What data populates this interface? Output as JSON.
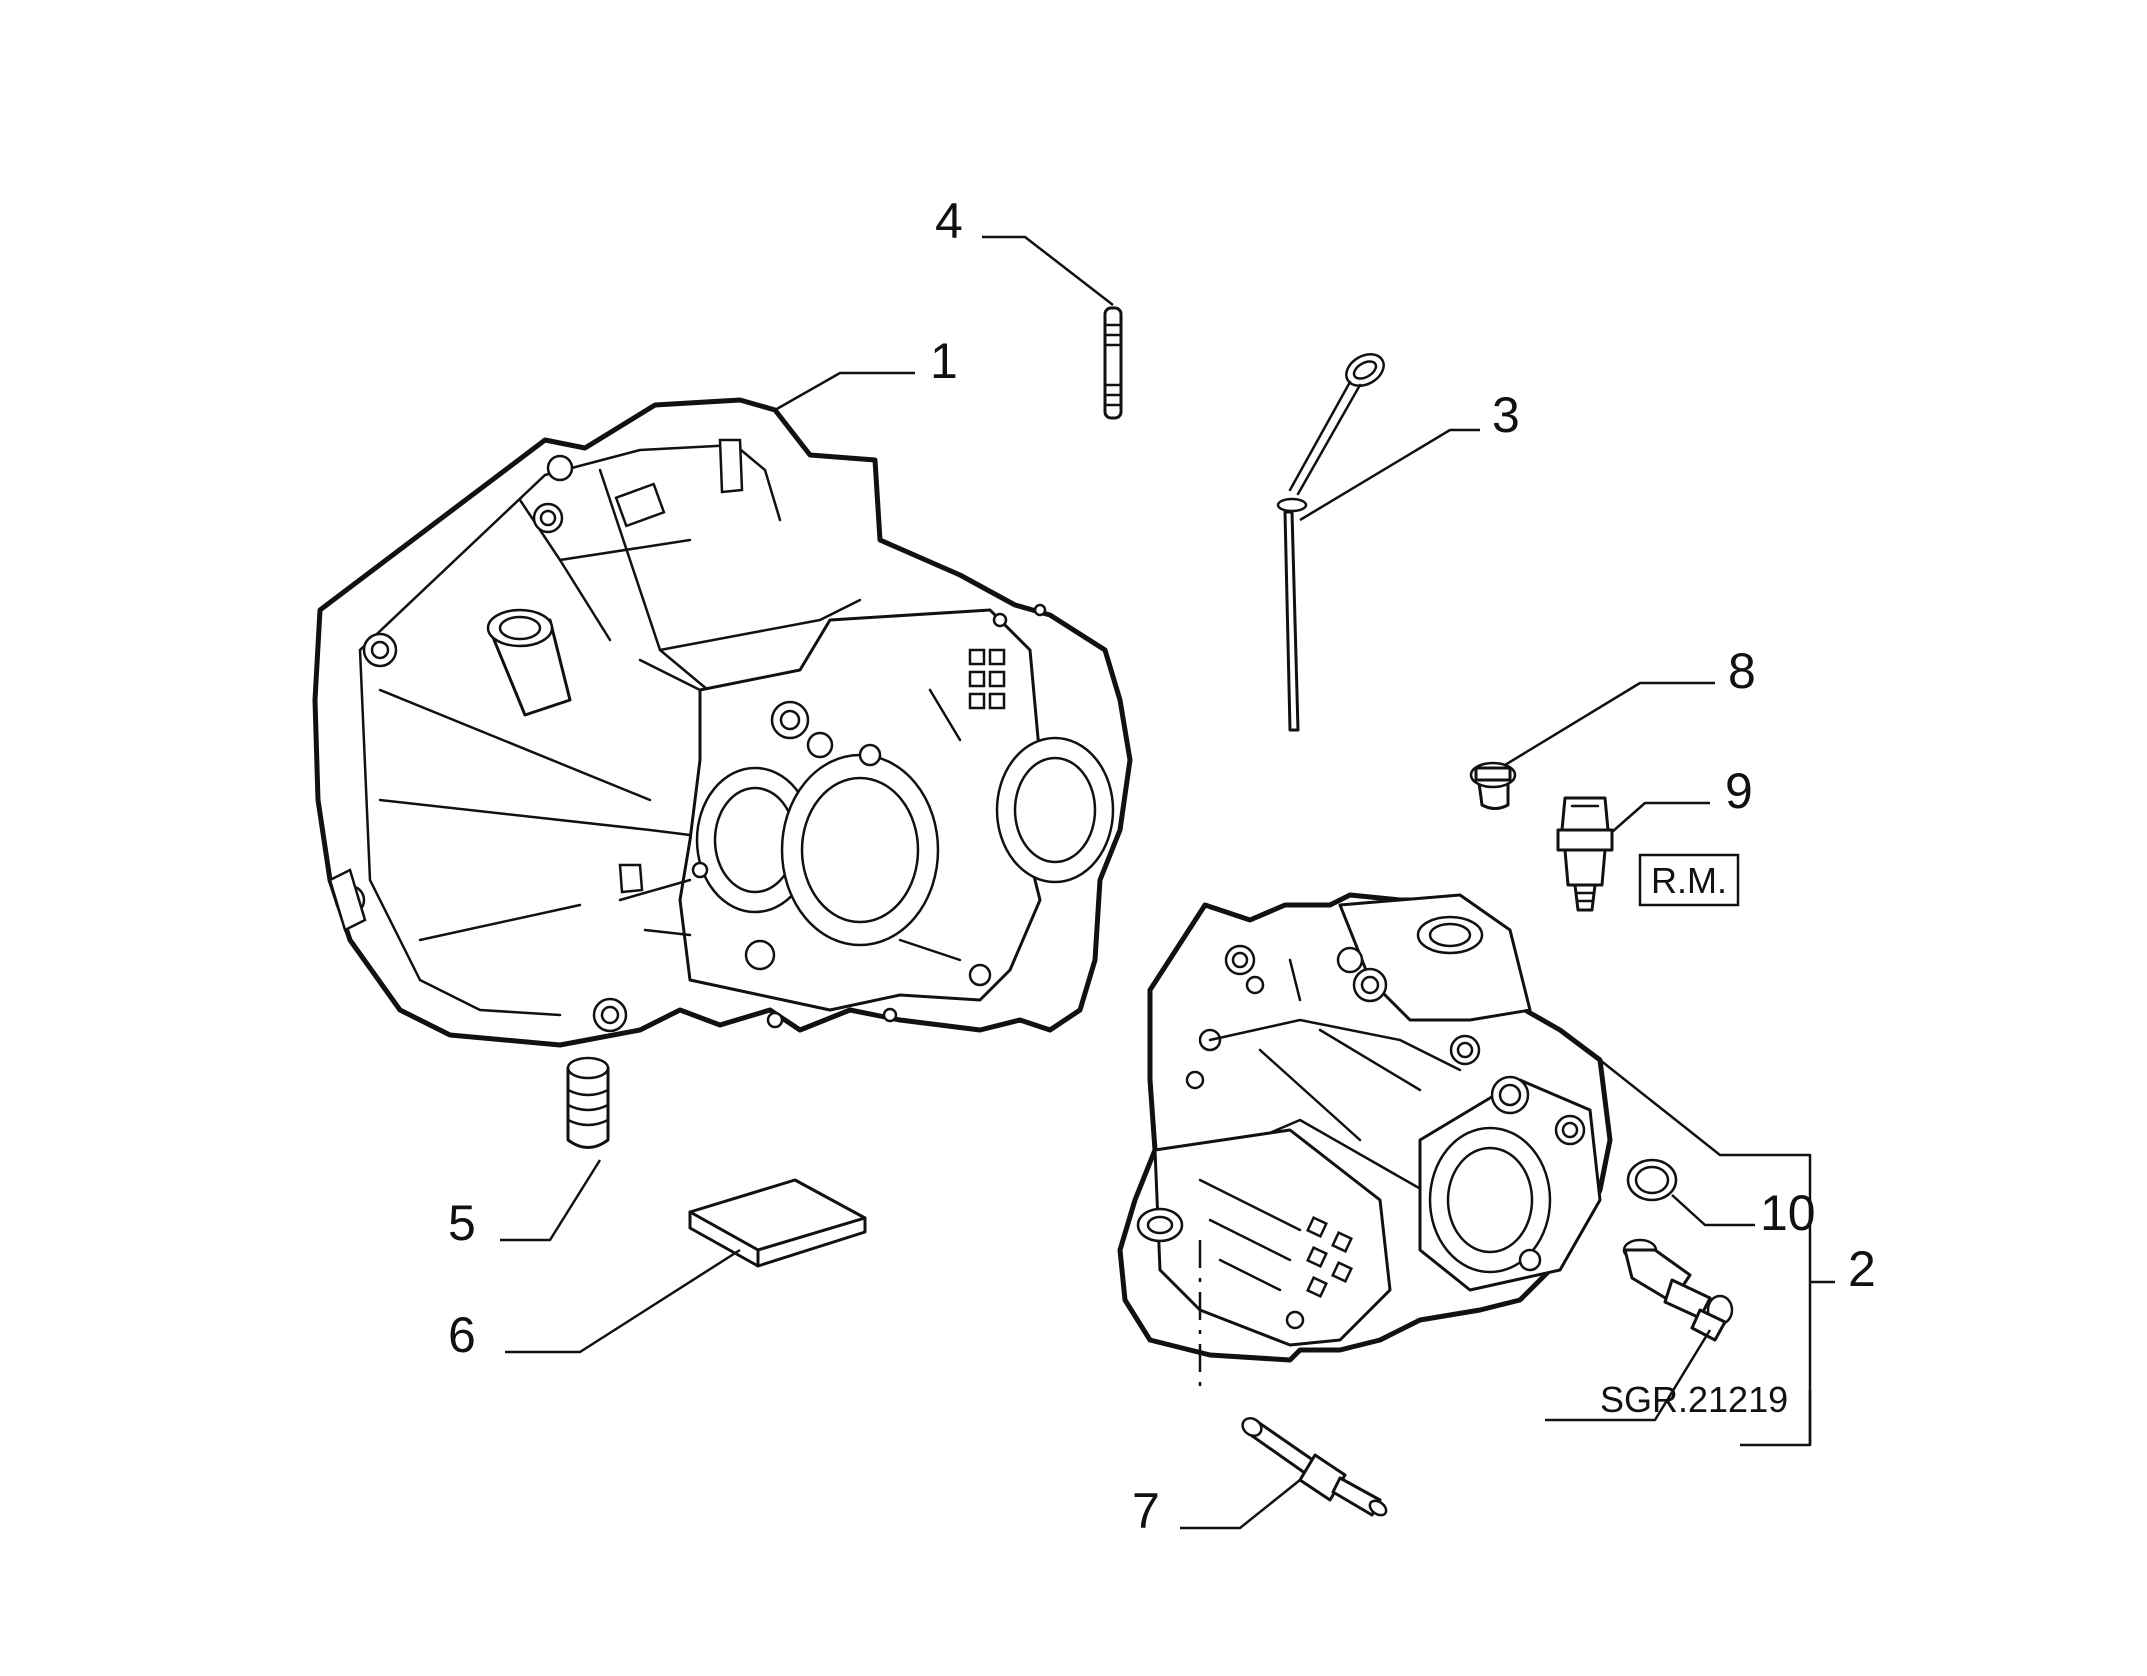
{
  "callouts": {
    "c1": "1",
    "c2": "2",
    "c3": "3",
    "c4": "4",
    "c5": "5",
    "c6": "6",
    "c7": "7",
    "c8": "8",
    "c9": "9",
    "c10": "10"
  },
  "note_box": "R.M.",
  "reference_code": "SGR.21219"
}
